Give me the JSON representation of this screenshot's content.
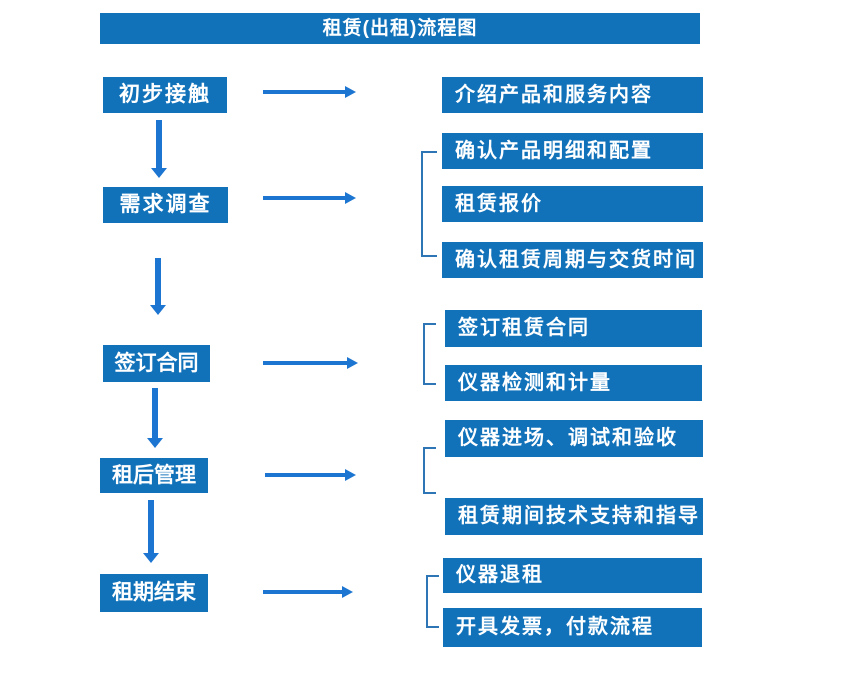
{
  "title": "租赁(出租)流程图",
  "colors": {
    "box_fill": "#1172BA",
    "arrow": "#1B75D1",
    "bracket": "#2E75B6",
    "text": "#FFFFFF",
    "background": "#FFFFFF"
  },
  "stages": [
    {
      "label": "初步接触",
      "details": [
        "介绍产品和服务内容"
      ]
    },
    {
      "label": "需求调查",
      "details": [
        "确认产品明细和配置",
        "租赁报价",
        "确认租赁周期与交货时间"
      ]
    },
    {
      "label": "签订合同",
      "details": [
        "签订租赁合同",
        "仪器检测和计量"
      ]
    },
    {
      "label": "租后管理",
      "details": [
        "仪器进场、调试和验收",
        "租赁期间技术支持和指导"
      ]
    },
    {
      "label": "租期结束",
      "details": [
        "仪器退租",
        "开具发票，付款流程"
      ]
    }
  ]
}
